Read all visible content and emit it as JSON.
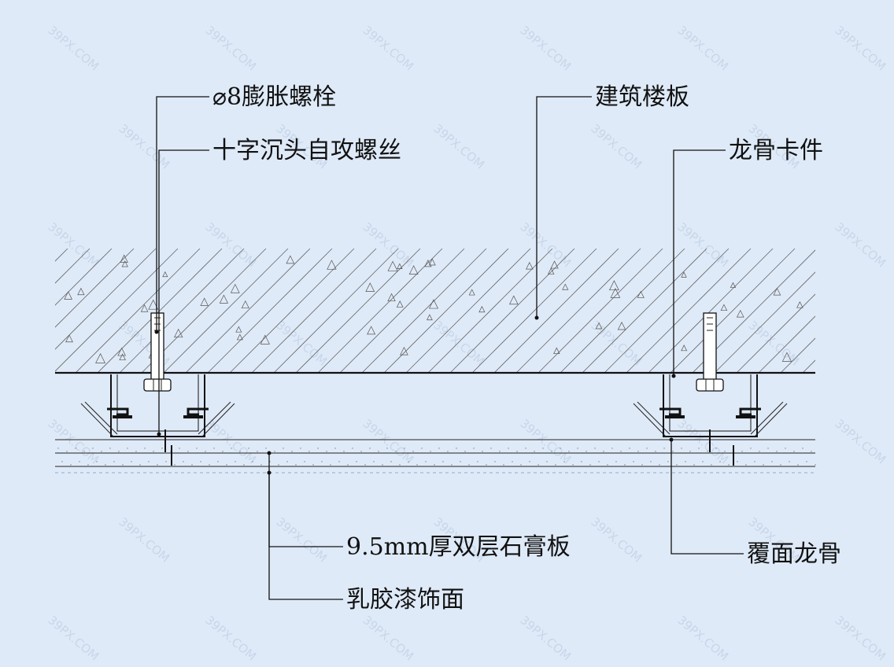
{
  "labels": {
    "expansion_bolt": "⌀8膨胀螺栓",
    "countersunk_screw": "十字沉头自攻螺丝",
    "building_slab": "建筑楼板",
    "keel_clip": "龙骨卡件",
    "gypsum_board": "9.5mm厚双层石膏板",
    "latex_finish": "乳胶漆饰面",
    "cover_keel": "覆面龙骨"
  },
  "watermark": "39PX.COM",
  "colors": {
    "background": "#dfeaf8",
    "line": "#111111",
    "hatch": "#666666",
    "watermark": "#c7d6e9",
    "dash": "#8fa9c9"
  }
}
